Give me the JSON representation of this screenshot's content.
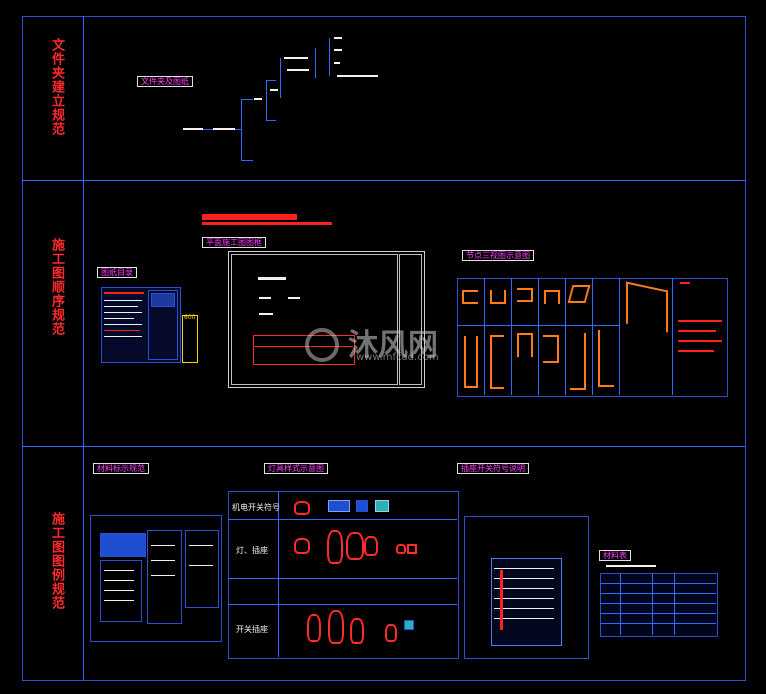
{
  "sections": [
    {
      "label": "文件夹建立规范"
    },
    {
      "label": "施工图顺序规范"
    },
    {
      "label": "施工图图例规范"
    }
  ],
  "section2": {
    "tag_left": "图纸目录",
    "tag_center": "平面施工图图框",
    "tag_right": "节点三视图示意图",
    "frame_side_text": "600"
  },
  "section3": {
    "tag_left": "材料标示规范",
    "tag_center": "灯具样式示意图",
    "tag_right": "插座开关符号说明",
    "tag_far_right": "材料表",
    "legend_row1": "机电开关符号",
    "legend_row2": "灯、插座",
    "legend_row3": "开关插座"
  },
  "tree_root_tag": "文件夹及图纸",
  "watermark": {
    "brand": "沐风网",
    "url": "www.mfcad.com"
  },
  "colors": {
    "frame": "#2a4fd6",
    "label": "#ff2a2a",
    "tag": "#ff40ff",
    "accent": "#ff7a1a"
  }
}
